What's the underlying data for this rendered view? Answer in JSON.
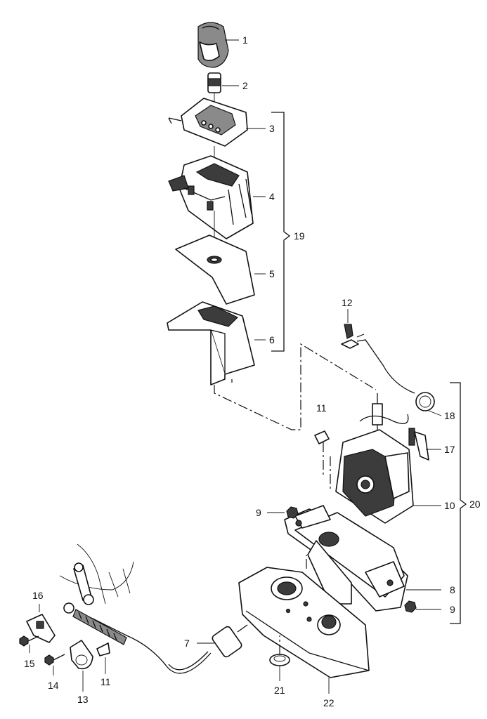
{
  "callouts": [
    {
      "id": "c1",
      "text": "1"
    },
    {
      "id": "c2",
      "text": "2"
    },
    {
      "id": "c3",
      "text": "3"
    },
    {
      "id": "c4",
      "text": "4"
    },
    {
      "id": "c5",
      "text": "5"
    },
    {
      "id": "c6",
      "text": "6"
    },
    {
      "id": "c19",
      "text": "19"
    },
    {
      "id": "c12",
      "text": "12"
    },
    {
      "id": "c18",
      "text": "18"
    },
    {
      "id": "c11a",
      "text": "11"
    },
    {
      "id": "c17",
      "text": "17"
    },
    {
      "id": "c20",
      "text": "20"
    },
    {
      "id": "c10",
      "text": "10"
    },
    {
      "id": "c9a",
      "text": "9"
    },
    {
      "id": "c8",
      "text": "8"
    },
    {
      "id": "c9b",
      "text": "9"
    },
    {
      "id": "c16",
      "text": "16"
    },
    {
      "id": "c15",
      "text": "15"
    },
    {
      "id": "c14",
      "text": "14"
    },
    {
      "id": "c13",
      "text": "13"
    },
    {
      "id": "c11b",
      "text": "11"
    },
    {
      "id": "c7",
      "text": "7"
    },
    {
      "id": "c21",
      "text": "21"
    },
    {
      "id": "c22",
      "text": "22"
    }
  ]
}
